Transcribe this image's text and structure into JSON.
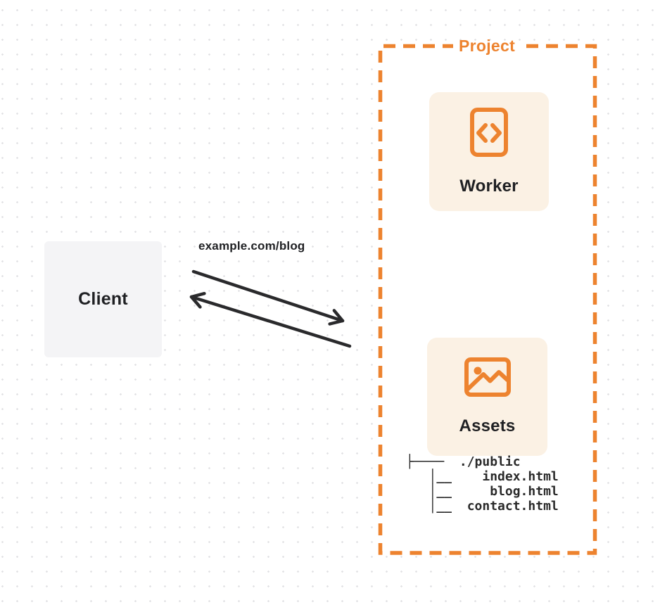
{
  "colors": {
    "orange": "#ED832F",
    "ink": "#1F2023",
    "arrow": "#2A2A2C",
    "card_bg": "#FBF1E4",
    "client_bg": "#F4F4F6",
    "tree_ink": "#2A2A2A",
    "dot": "#E2E2E5"
  },
  "client": {
    "label": "Client"
  },
  "request": {
    "url_label": "example.com/blog"
  },
  "project": {
    "label": "Project",
    "worker": {
      "label": "Worker",
      "icon": "code-file-icon"
    },
    "assets": {
      "label": "Assets",
      "icon": "image-icon",
      "file_tree": "├────  ./public\n   │__    index.html\n   │__     blog.html\n   │__  contact.html"
    }
  }
}
